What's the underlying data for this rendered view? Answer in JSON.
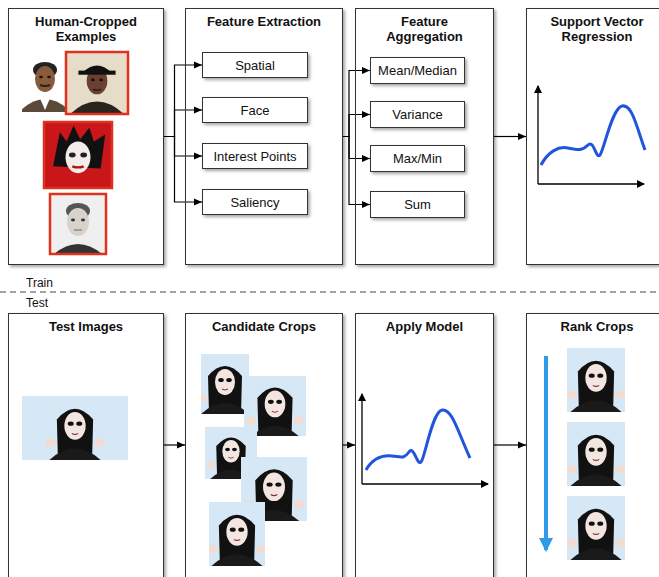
{
  "diagram": {
    "nodes": [
      {
        "text": [
          "Human-Cropped Examples"
        ]
      },
      {
        "text": [
          "Feature Extraction"
        ]
      },
      {
        "text": [
          "Spatial"
        ],
        "in": 1
      },
      {
        "text": [
          "Face"
        ],
        "in": 1
      },
      {
        "text": [
          "Interest Points"
        ],
        "in": 1
      },
      {
        "text": [
          "Saliency"
        ],
        "in": 1
      },
      {
        "text": [
          "Feature Aggregation"
        ]
      },
      {
        "text": [
          "Mean/Median"
        ],
        "in": 6
      },
      {
        "text": [
          "Variance"
        ],
        "in": 6
      },
      {
        "text": [
          "Max/Min"
        ],
        "in": 6
      },
      {
        "text": [
          "Sum"
        ],
        "in": 6
      },
      {
        "text": [
          "Support Vector Regression"
        ]
      },
      {
        "text": [
          "Test Images"
        ]
      },
      {
        "text": [
          "Candidate Crops"
        ]
      },
      {
        "text": [
          "Apply Model"
        ]
      },
      {
        "text": [
          "Rank Crops"
        ]
      }
    ],
    "edges": [
      {
        "from": 0,
        "to": 2,
        "arrow": "to"
      },
      {
        "from": 0,
        "to": 3,
        "arrow": "to"
      },
      {
        "from": 0,
        "to": 4,
        "arrow": "to"
      },
      {
        "from": 0,
        "to": 5,
        "arrow": "to"
      },
      {
        "from": 1,
        "to": 7,
        "arrow": "to"
      },
      {
        "from": 1,
        "to": 8,
        "arrow": "to"
      },
      {
        "from": 1,
        "to": 9,
        "arrow": "to"
      },
      {
        "from": 1,
        "to": 10,
        "arrow": "to"
      },
      {
        "from": 6,
        "to": 11,
        "arrow": "to"
      },
      {
        "from": 12,
        "to": 13,
        "arrow": "to"
      },
      {
        "from": 13,
        "to": 14,
        "arrow": "to"
      },
      {
        "from": 14,
        "to": 15,
        "arrow": "to"
      }
    ],
    "labels": [
      "Train",
      "Test"
    ]
  }
}
